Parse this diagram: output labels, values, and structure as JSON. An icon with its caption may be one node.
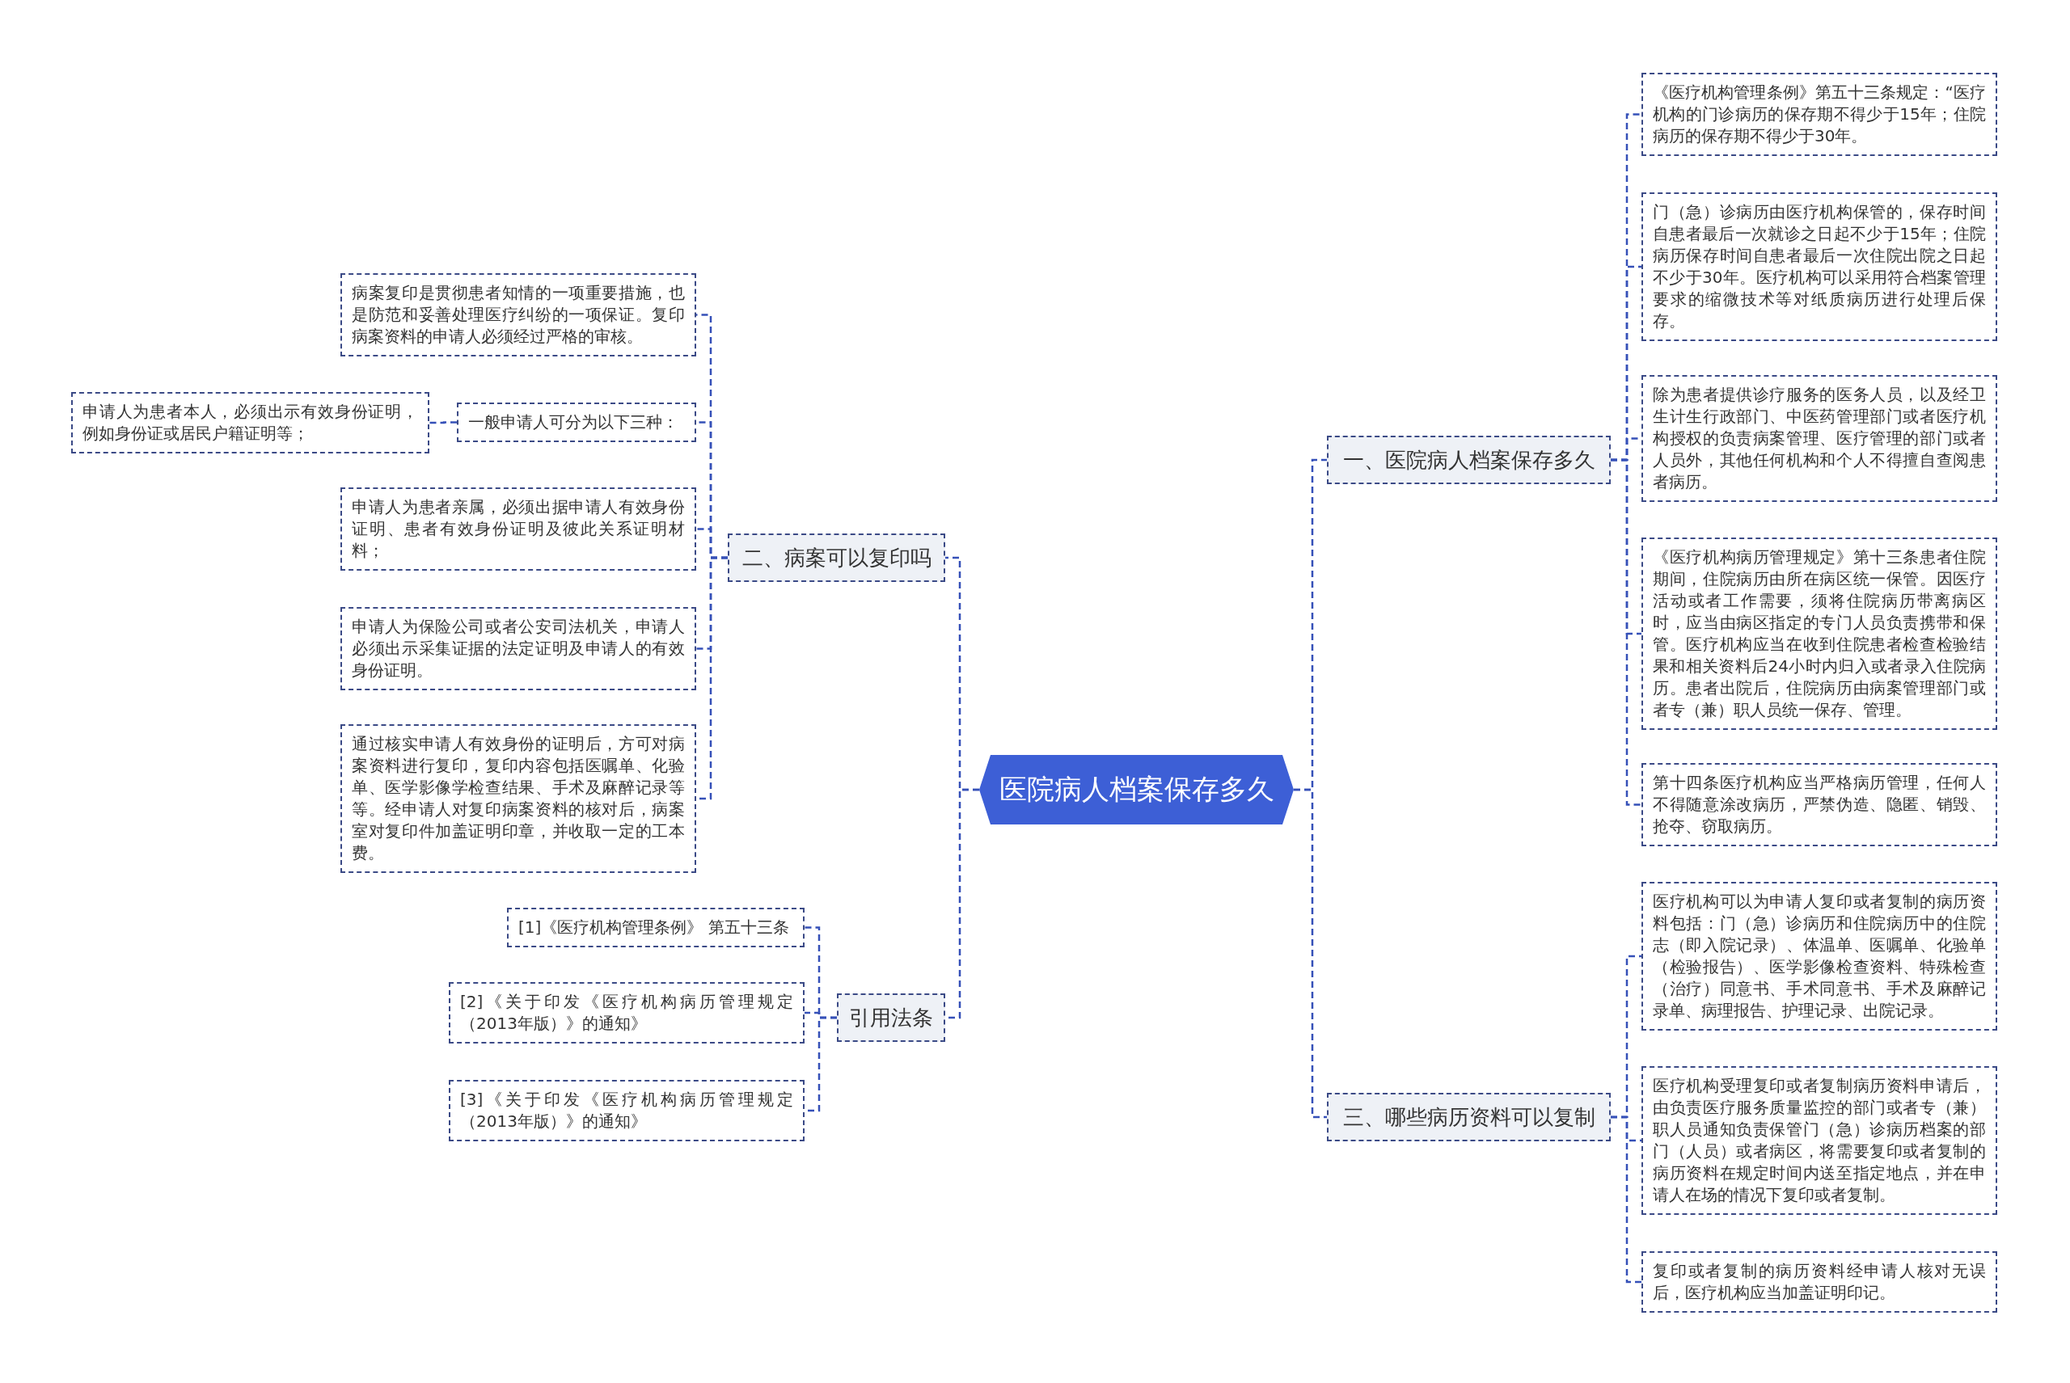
{
  "diagram": {
    "nodes": [
      {
        "text": [
          "医院病人档案保存多久"
        ]
      },
      {
        "text": [
          "一、医院病人档案保存多久"
        ]
      },
      {
        "text": [
          "《医疗机构管理条例》第五十三条规定：“医疗机构的门诊病历的保存期不得少于15年；住院病历的保存期不得少于30年。"
        ]
      },
      {
        "text": [
          "门（急）诊病历由医疗机构保管的，保存时间自患者最后一次就诊之日起不少于15年；住院病历保存时间自患者最后一次住院出院之日起不少于30年。医疗机构可以采用符合档案管理要求的缩微技术等对纸质病历进行处理后保存。"
        ]
      },
      {
        "text": [
          "除为患者提供诊疗服务的医务人员，以及经卫生计生行政部门、中医药管理部门或者医疗机构授权的负责病案管理、医疗管理的部门或者人员外，其他任何机构和个人不得擅自查阅患者病历。"
        ]
      },
      {
        "text": [
          "《医疗机构病历管理规定》第十三条患者住院期间，住院病历由所在病区统一保管。因医疗活动或者工作需要，须将住院病历带离病区时，应当由病区指定的专门人员负责携带和保管。医疗机构应当在收到住院患者检查检验结果和相关资料后24小时内归入或者录入住院病历。患者出院后，住院病历由病案管理部门或者专（兼）职人员统一保存、管理。"
        ]
      },
      {
        "text": [
          "第十四条医疗机构应当严格病历管理，任何人不得随意涂改病历，严禁伪造、隐匿、销毁、抢夺、窃取病历。"
        ]
      },
      {
        "text": [
          "三、哪些病历资料可以复制"
        ]
      },
      {
        "text": [
          "医疗机构可以为申请人复印或者复制的病历资料包括：门（急）诊病历和住院病历中的住院志（即入院记录）、体温单、医嘱单、化验单（检验报告）、医学影像检查资料、特殊检查（治疗）同意书、手术同意书、手术及麻醉记录单、病理报告、护理记录、出院记录。"
        ]
      },
      {
        "text": [
          "医疗机构受理复印或者复制病历资料申请后，由负责医疗服务质量监控的部门或者专（兼）职人员通知负责保管门（急）诊病历档案的部门（人员）或者病区，将需要复印或者复制的病历资料在规定时间内送至指定地点，并在申请人在场的情况下复印或者复制。"
        ]
      },
      {
        "text": [
          "复印或者复制的病历资料经申请人核对无误后，医疗机构应当加盖证明印记。"
        ]
      },
      {
        "text": [
          "二、病案可以复印吗"
        ]
      },
      {
        "text": [
          "病案复印是贯彻患者知情的一项重要措施，也是防范和妥善处理医疗纠纷的一项保证。复印病案资料的申请人必须经过严格的审核。"
        ]
      },
      {
        "text": [
          "一般申请人可分为以下三种："
        ]
      },
      {
        "text": [
          "申请人为患者本人，必须出示有效身份证明，例如身份证或居民户籍证明等；"
        ]
      },
      {
        "text": [
          "申请人为患者亲属，必须出据申请人有效身份证明、患者有效身份证明及彼此关系证明材料；"
        ]
      },
      {
        "text": [
          "申请人为保险公司或者公安司法机关，申请人必须出示采集证据的法定证明及申请人的有效身份证明。"
        ]
      },
      {
        "text": [
          "通过核实申请人有效身份的证明后，方可对病案资料进行复印，复印内容包括医嘱单、化验单、医学影像学检查结果、手术及麻醉记录等等。经申请人对复印病案资料的核对后，病案室对复印件加盖证明印章，并收取一定的工本费。"
        ]
      },
      {
        "text": [
          "引用法条"
        ]
      },
      {
        "text": [
          "[1]《医疗机构管理条例》 第五十三条"
        ]
      },
      {
        "text": [
          "[2]《关于印发《医疗机构病历管理规定（2013年版）》的通知》"
        ]
      },
      {
        "text": [
          "[3]《关于印发《医疗机构病历管理规定（2013年版）》的通知》"
        ]
      }
    ],
    "edges": [
      {
        "from": 0,
        "to": 1,
        "arrow": "none"
      },
      {
        "from": 1,
        "to": 2,
        "arrow": "none"
      },
      {
        "from": 1,
        "to": 3,
        "arrow": "none"
      },
      {
        "from": 1,
        "to": 4,
        "arrow": "none"
      },
      {
        "from": 1,
        "to": 5,
        "arrow": "none"
      },
      {
        "from": 1,
        "to": 6,
        "arrow": "none"
      },
      {
        "from": 0,
        "to": 7,
        "arrow": "none"
      },
      {
        "from": 7,
        "to": 8,
        "arrow": "none"
      },
      {
        "from": 7,
        "to": 9,
        "arrow": "none"
      },
      {
        "from": 7,
        "to": 10,
        "arrow": "none"
      },
      {
        "from": 0,
        "to": 11,
        "arrow": "none"
      },
      {
        "from": 11,
        "to": 12,
        "arrow": "none"
      },
      {
        "from": 11,
        "to": 13,
        "arrow": "none"
      },
      {
        "from": 13,
        "to": 14,
        "arrow": "none"
      },
      {
        "from": 11,
        "to": 15,
        "arrow": "none"
      },
      {
        "from": 11,
        "to": 16,
        "arrow": "none"
      },
      {
        "from": 11,
        "to": 17,
        "arrow": "none"
      },
      {
        "from": 0,
        "to": 18,
        "arrow": "none"
      },
      {
        "from": 18,
        "to": 19,
        "arrow": "none"
      },
      {
        "from": 18,
        "to": 20,
        "arrow": "none"
      },
      {
        "from": 18,
        "to": 21,
        "arrow": "none"
      }
    ]
  }
}
